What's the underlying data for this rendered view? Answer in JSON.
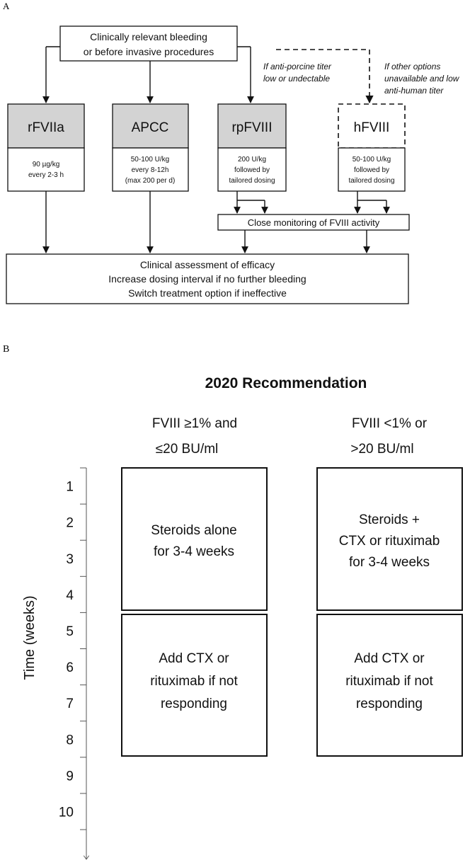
{
  "panel_a": {
    "label": "A",
    "top_box": [
      "Clinically relevant bleeding",
      "or before invasive procedures"
    ],
    "note_anti_porcine": [
      "If anti-porcine titer",
      "low or undectable"
    ],
    "note_other_options": [
      "If other options",
      "unavailable and low",
      "anti-human titer"
    ],
    "treatments": [
      {
        "name": "rFVIIa",
        "dose": [
          "90 µg/kg",
          "every 2-3 h"
        ]
      },
      {
        "name": "APCC",
        "dose": [
          "50-100 U/kg",
          "every 8-12h",
          "(max 200 per d)"
        ]
      },
      {
        "name": "rpFVIII",
        "dose": [
          "200 U/kg",
          "followed by",
          "tailored dosing"
        ]
      },
      {
        "name": "hFVIII",
        "dose": [
          "50-100 U/kg",
          "followed by",
          "tailored dosing"
        ]
      }
    ],
    "monitoring": "Close monitoring of FVIII activity",
    "assessment": [
      "Clinical assessment of efficacy",
      "Increase dosing interval if no further bleeding",
      "Switch treatment option if ineffective"
    ]
  },
  "panel_b": {
    "label": "B",
    "title": "2020 Recommendation",
    "col_left_header": [
      "FVIII ≥1% and",
      "≤20 BU/ml"
    ],
    "col_right_header": [
      "FVIII <1% or",
      ">20 BU/ml"
    ],
    "axis_label": "Time (weeks)",
    "weeks": [
      "1",
      "2",
      "3",
      "4",
      "5",
      "6",
      "7",
      "8",
      "9",
      "10"
    ],
    "left_top": [
      "Steroids alone",
      "for 3-4 weeks"
    ],
    "left_bottom": [
      "Add CTX or",
      "rituximab if not",
      "responding"
    ],
    "right_top": [
      "Steroids +",
      "CTX or rituximab",
      "for 3-4 weeks"
    ],
    "right_bottom": [
      "Add CTX or",
      "rituximab if not",
      "responding"
    ]
  }
}
